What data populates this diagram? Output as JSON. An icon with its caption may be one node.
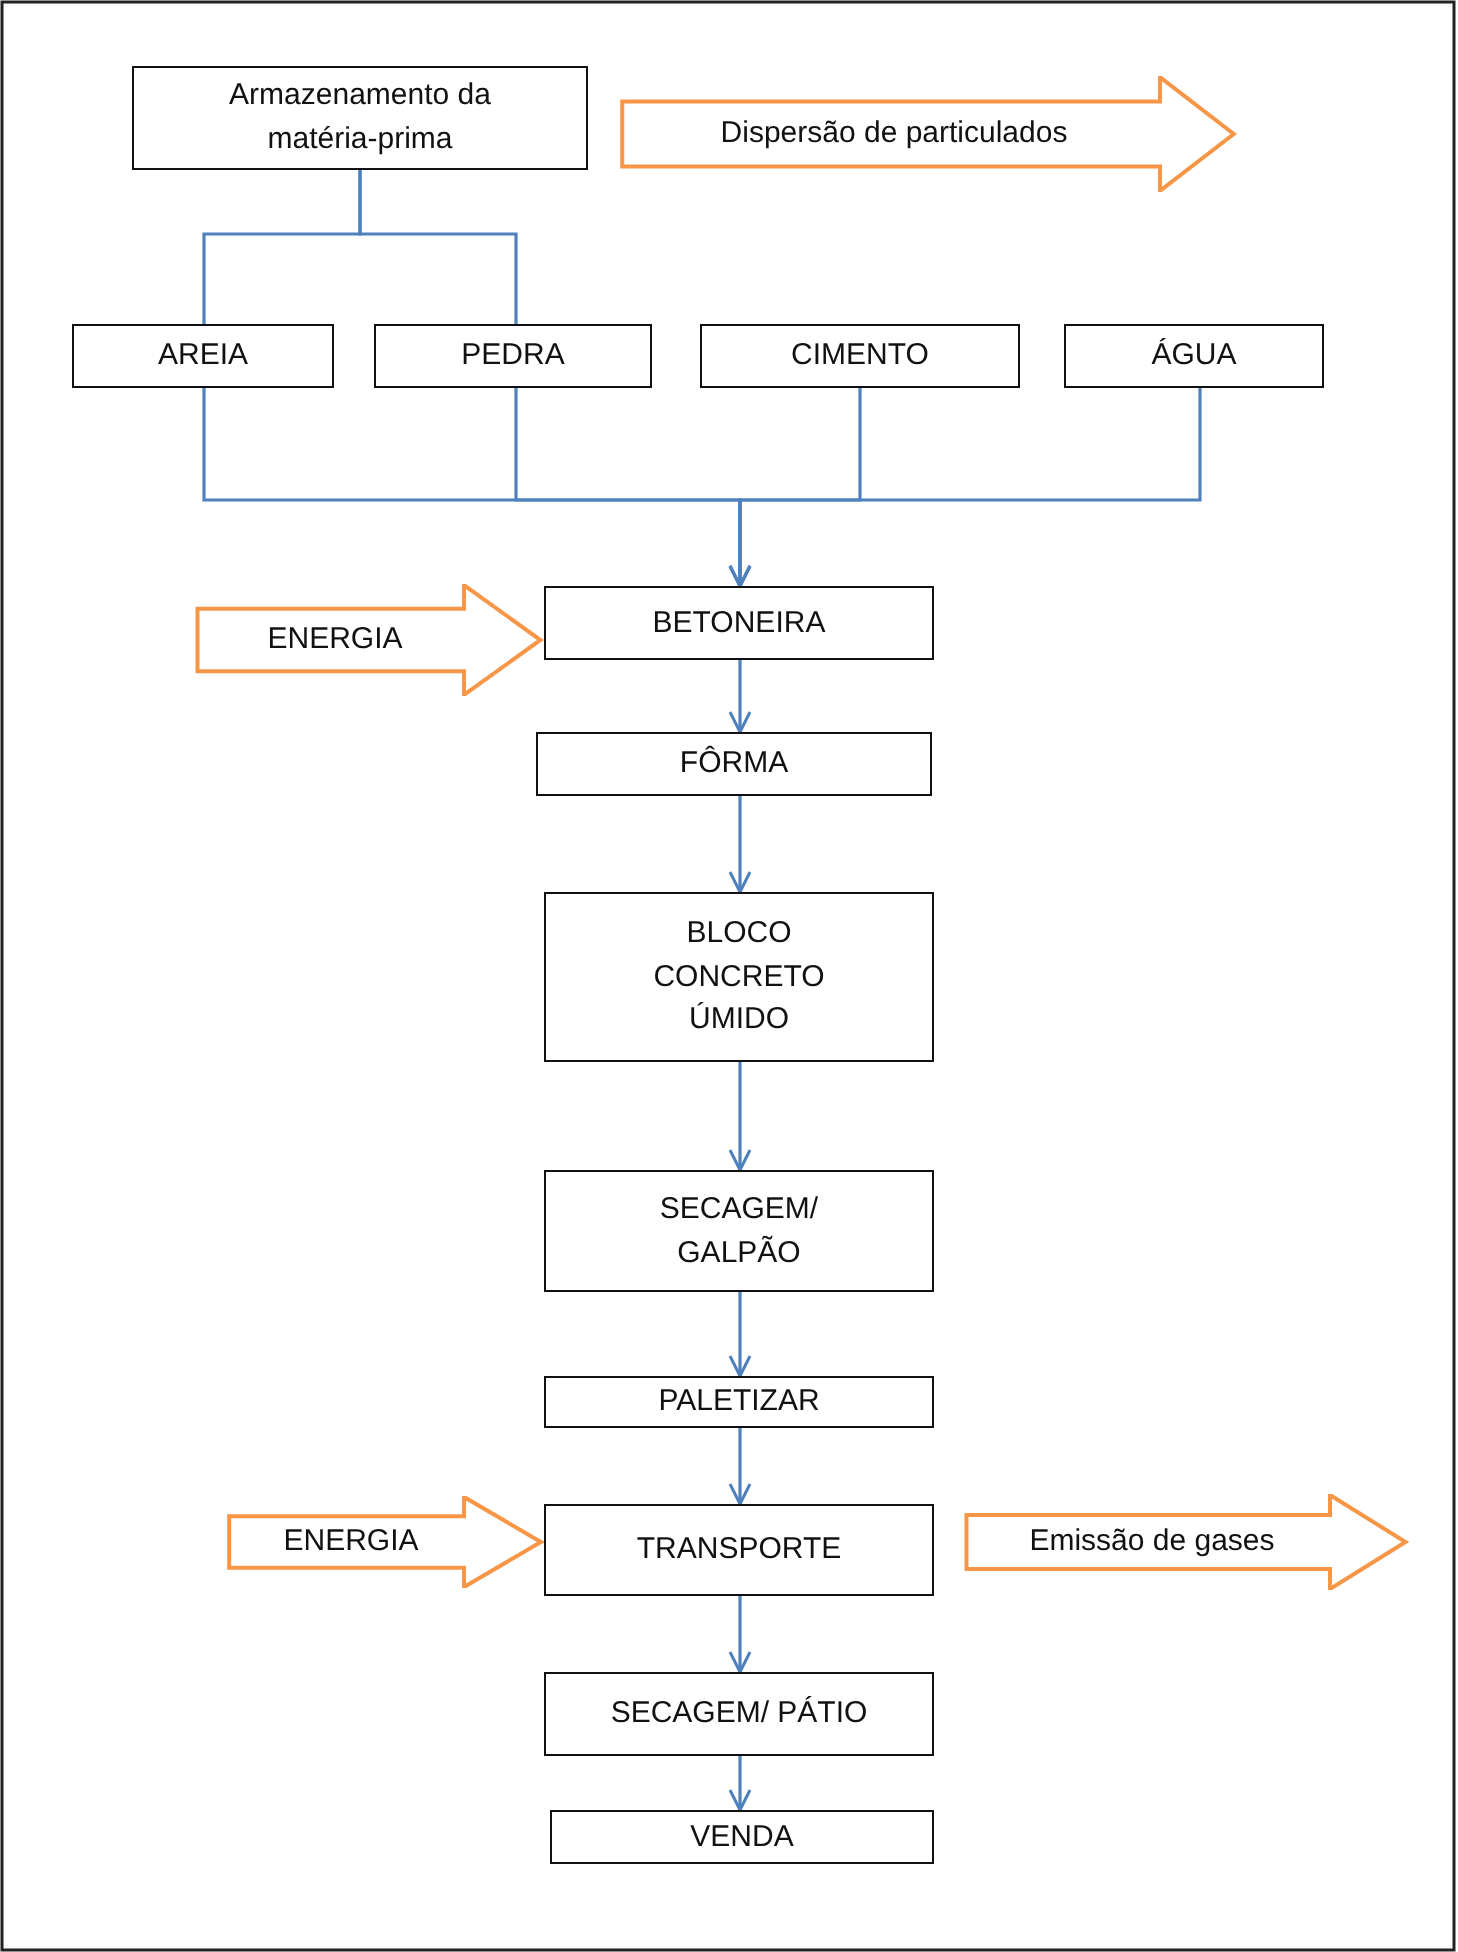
{
  "diagram": {
    "nodes": [
      {
        "text": [
          "Armazenamento da matéria-prima"
        ]
      },
      {
        "text": [
          "Dispersão de particulados"
        ]
      },
      {
        "text": [
          "AREIA"
        ]
      },
      {
        "text": [
          "PEDRA"
        ]
      },
      {
        "text": [
          "CIMENTO"
        ]
      },
      {
        "text": [
          "ÁGUA"
        ]
      },
      {
        "text": [
          "ENERGIA"
        ]
      },
      {
        "text": [
          "BETONEIRA"
        ]
      },
      {
        "text": [
          "FÔRMA"
        ]
      },
      {
        "text": [
          "BLOCO CONCRETO ÚMIDO"
        ]
      },
      {
        "text": [
          "SECAGEM/ GALPÃO"
        ]
      },
      {
        "text": [
          "PALETIZAR"
        ]
      },
      {
        "text": [
          "ENERGIA"
        ]
      },
      {
        "text": [
          "TRANSPORTE"
        ]
      },
      {
        "text": [
          "Emissão de gases"
        ]
      },
      {
        "text": [
          "SECAGEM/ PÁTIO"
        ]
      },
      {
        "text": [
          "VENDA"
        ]
      }
    ],
    "edges": [
      {
        "from": 0,
        "to": 2,
        "arrow": "none"
      },
      {
        "from": 0,
        "to": 3,
        "arrow": "none"
      },
      {
        "from": 2,
        "to": 7,
        "arrow": "to"
      },
      {
        "from": 3,
        "to": 7,
        "arrow": "to"
      },
      {
        "from": 4,
        "to": 7,
        "arrow": "to"
      },
      {
        "from": 5,
        "to": 7,
        "arrow": "to"
      },
      {
        "from": 7,
        "to": 8,
        "arrow": "to"
      },
      {
        "from": 8,
        "to": 9,
        "arrow": "to"
      },
      {
        "from": 9,
        "to": 10,
        "arrow": "to"
      },
      {
        "from": 10,
        "to": 11,
        "arrow": "to"
      },
      {
        "from": 11,
        "to": 13,
        "arrow": "to"
      },
      {
        "from": 13,
        "to": 15,
        "arrow": "to"
      },
      {
        "from": 15,
        "to": 16,
        "arrow": "to"
      }
    ]
  }
}
